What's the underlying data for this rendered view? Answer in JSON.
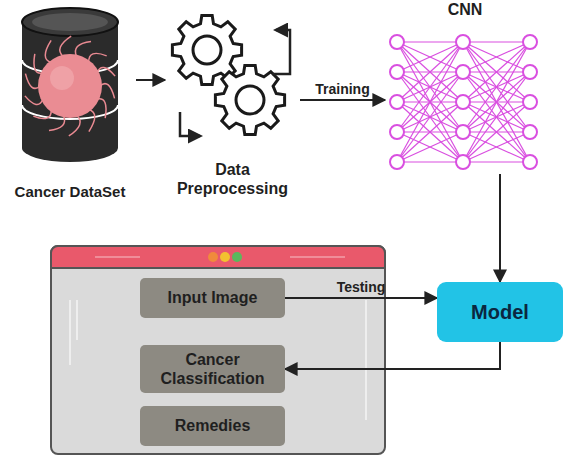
{
  "diagram": {
    "nodes": [
      {
        "text": [
          "Cancer DataSet"
        ]
      },
      {
        "text": [
          "Data Preprocessing"
        ]
      },
      {
        "text": [
          "CNN"
        ]
      },
      {
        "text": []
      },
      {
        "text": [
          "Input Image"
        ],
        "in": 3
      },
      {
        "text": [
          "Cancer Classification"
        ],
        "in": 3
      },
      {
        "text": [
          "Remedies"
        ],
        "in": 3
      },
      {
        "text": [
          "Model"
        ]
      }
    ],
    "edges": [
      {
        "from": 0,
        "to": 1,
        "arrow": "to"
      },
      {
        "from": 1,
        "to": 2,
        "label": "Training",
        "arrow": "to"
      },
      {
        "from": 2,
        "to": 7,
        "arrow": "to"
      },
      {
        "from": 4,
        "to": 7,
        "label": "Testing",
        "arrow": "to"
      },
      {
        "from": 7,
        "to": 5,
        "arrow": "to"
      }
    ]
  }
}
